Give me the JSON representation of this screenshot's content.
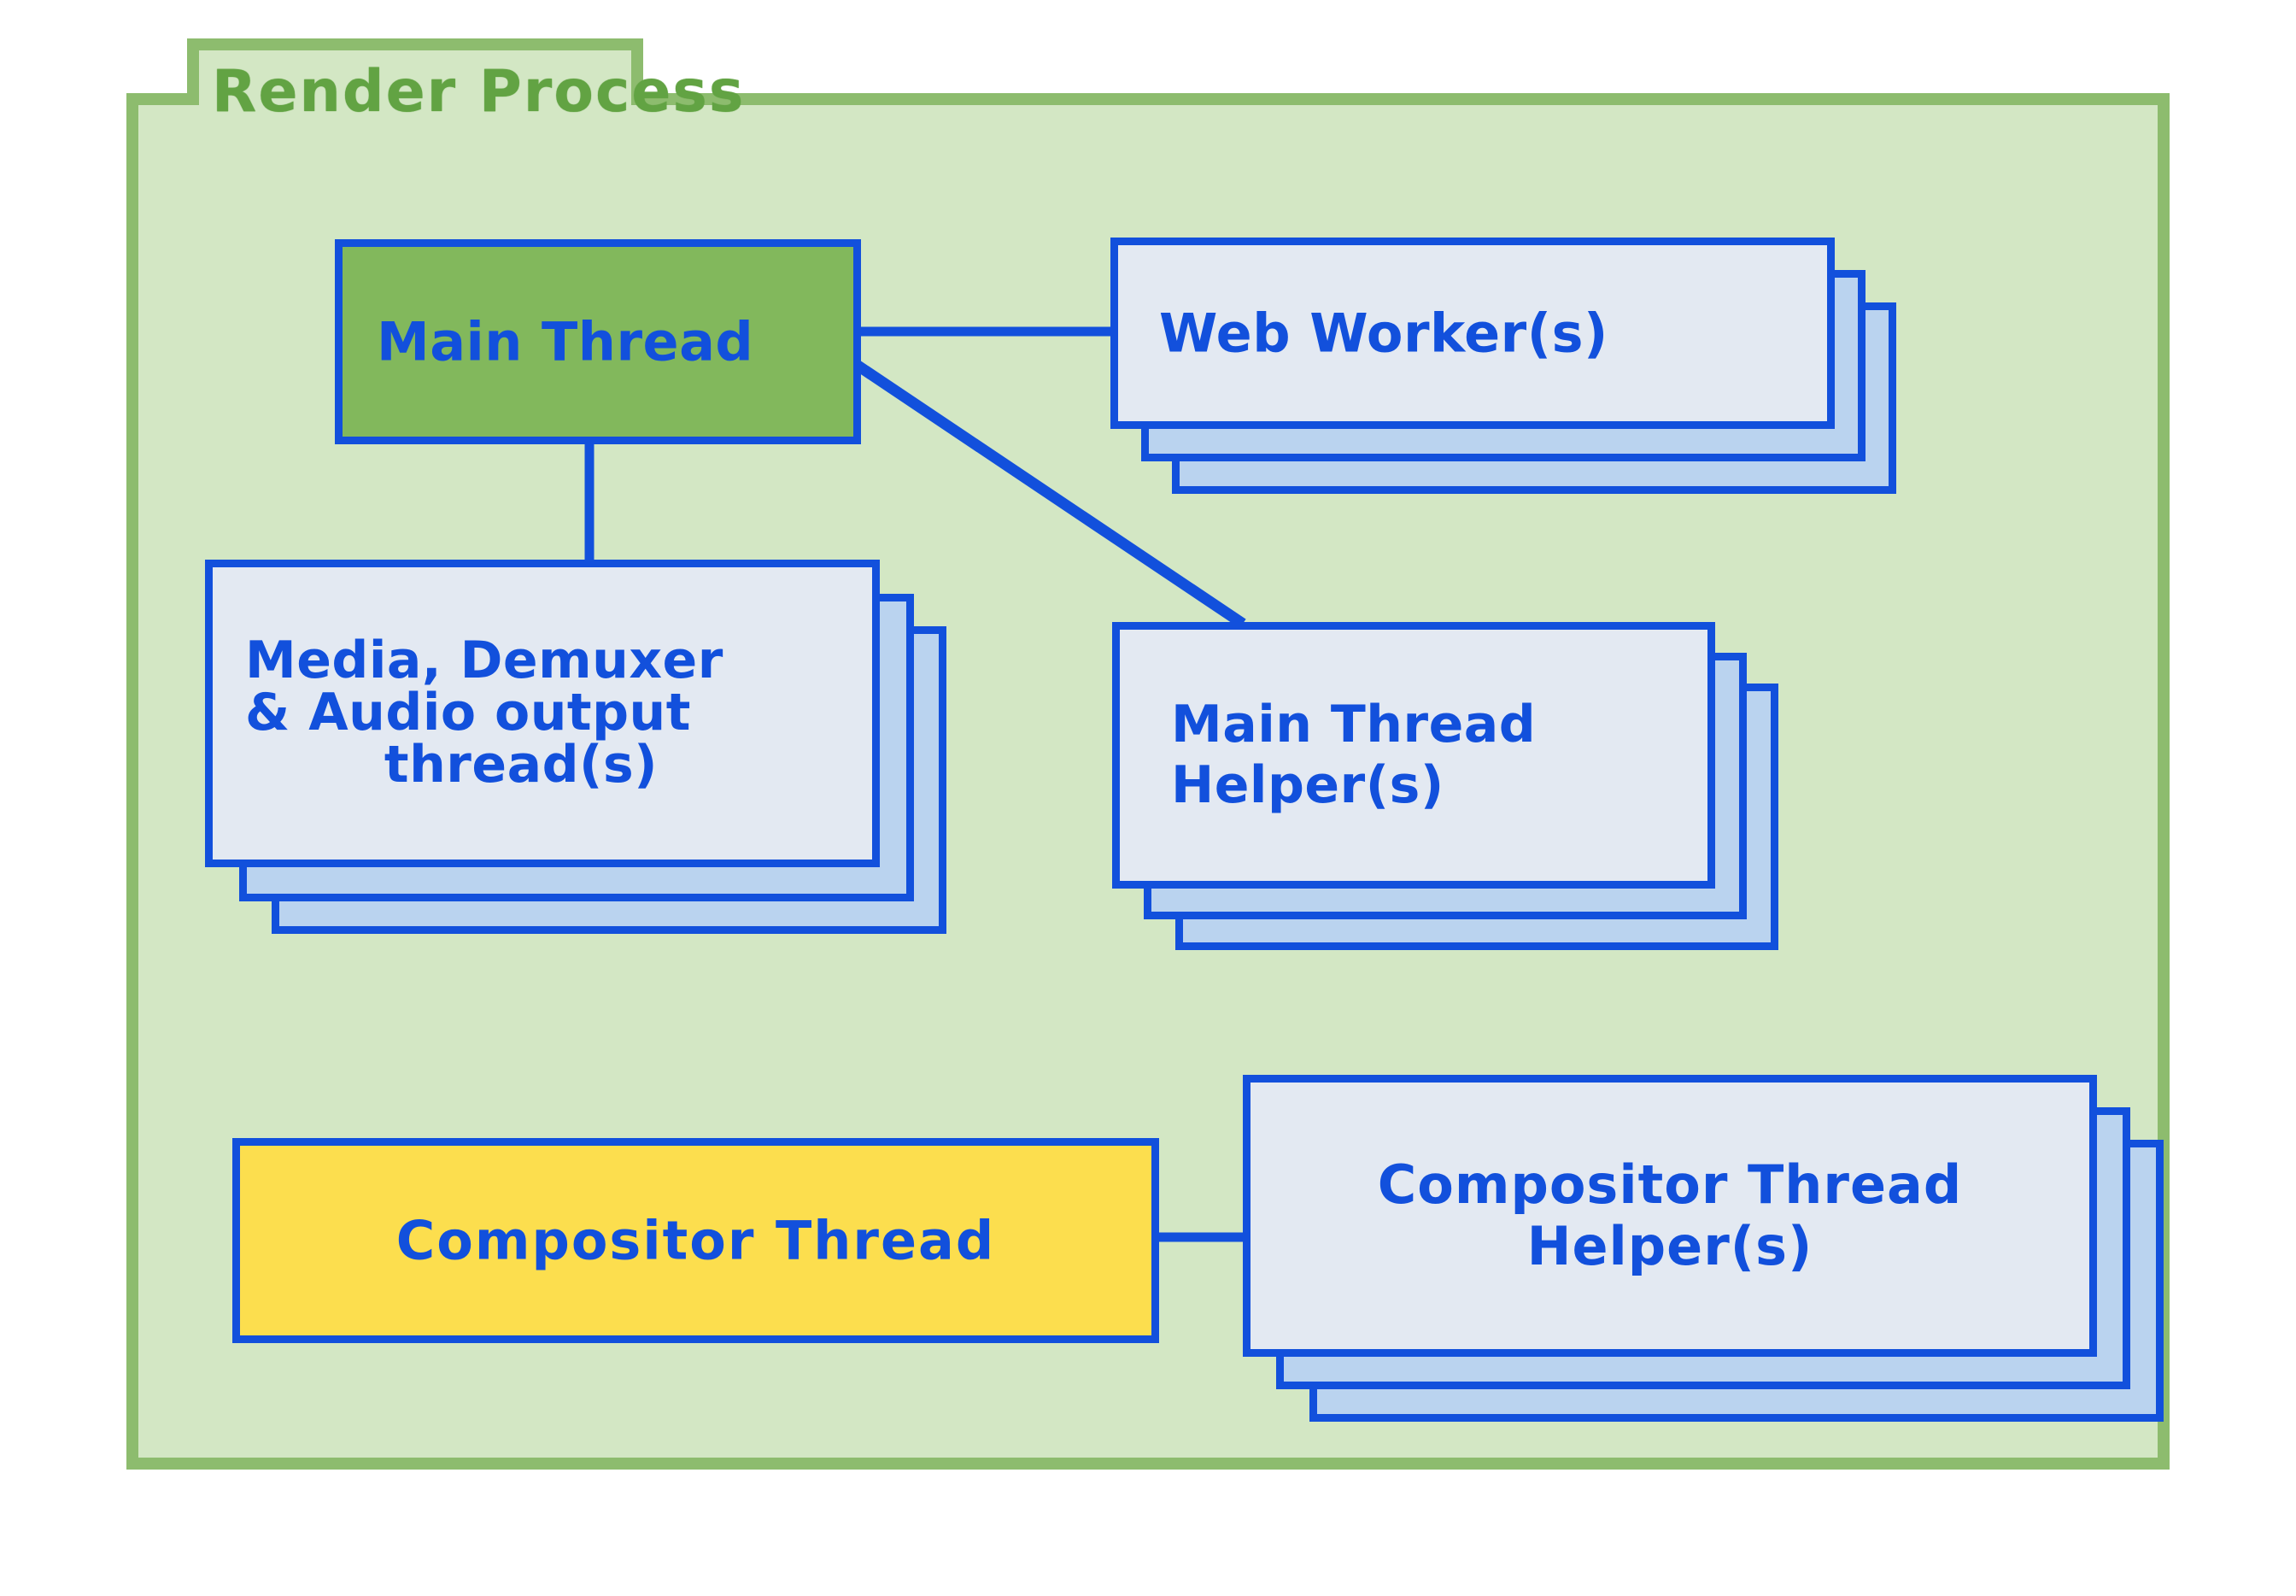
{
  "diagram": {
    "title": "Render Process",
    "type": "architecture-block-diagram",
    "colors": {
      "frame_border": "#8DBC6E",
      "frame_fill": "#D3E7C4",
      "title_text": "#62A343",
      "node_border": "#1250DC",
      "node_text": "#1250DC",
      "card_front_fill": "#E3E9F2",
      "card_back_fill": "#BAD3EF",
      "main_thread_fill": "#82B85C",
      "compositor_thread_fill": "#FCDE4E",
      "connector": "#1250DC",
      "page_background": "#FFFFFF"
    },
    "nodes": [
      {
        "id": "main-thread",
        "label": "Main Thread",
        "style": "solid-green",
        "stacked": false,
        "stack_count": 1
      },
      {
        "id": "web-worker",
        "label": "Web Worker(s)",
        "style": "card-stack",
        "stacked": true,
        "stack_count": 3
      },
      {
        "id": "media-demuxer-audio-output-thread",
        "label_line1": "Media, Demuxer",
        "label_line2": "& Audio output",
        "label_line3": "thread(s)",
        "label": "Media, Demuxer & Audio output thread(s)",
        "style": "card-stack",
        "stacked": true,
        "stack_count": 3
      },
      {
        "id": "main-thread-helper",
        "label_line1": "Main Thread",
        "label_line2": "Helper(s)",
        "label": "Main Thread Helper(s)",
        "style": "card-stack",
        "stacked": true,
        "stack_count": 3
      },
      {
        "id": "compositor-thread",
        "label": "Compositor Thread",
        "style": "solid-yellow",
        "stacked": false,
        "stack_count": 1
      },
      {
        "id": "compositor-thread-helper",
        "label_line1": "Compositor Thread",
        "label_line2": "Helper(s)",
        "label": "Compositor Thread Helper(s)",
        "style": "card-stack",
        "stacked": true,
        "stack_count": 3
      }
    ],
    "connections": [
      {
        "from": "main-thread",
        "to": "web-worker",
        "shape": "horizontal"
      },
      {
        "from": "main-thread",
        "to": "main-thread-helper",
        "shape": "diagonal"
      },
      {
        "from": "main-thread",
        "to": "media-demuxer-audio-output-thread",
        "shape": "vertical"
      },
      {
        "from": "compositor-thread",
        "to": "compositor-thread-helper",
        "shape": "horizontal"
      }
    ]
  }
}
